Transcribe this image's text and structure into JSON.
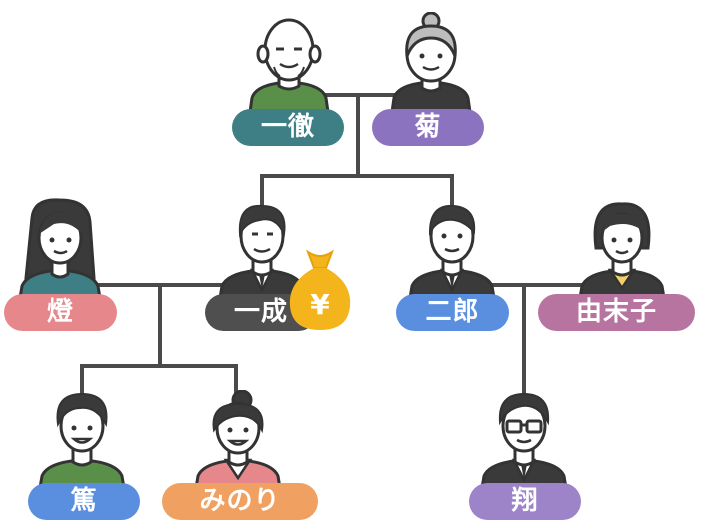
{
  "people": {
    "issei": {
      "name": "一徹",
      "color": "#3e7f86"
    },
    "kiku": {
      "name": "菊",
      "color": "#8c73c0"
    },
    "tomoshibi": {
      "name": "燈",
      "color": "#e6878c"
    },
    "kazunari": {
      "name": "一成",
      "color": "#4f4f4f"
    },
    "jiro": {
      "name": "二郎",
      "color": "#5a8fe0"
    },
    "yumiko": {
      "name": "由末子",
      "color": "#b874a0"
    },
    "atsushi": {
      "name": "篤",
      "color": "#5a8fe0"
    },
    "minori": {
      "name": "みのり",
      "color": "#f0a060"
    },
    "sho": {
      "name": "翔",
      "color": "#9d84c8"
    }
  },
  "money_bag": {
    "symbol": "¥",
    "color": "#f3b51b"
  },
  "colors": {
    "line": "#4a4a4a",
    "outline": "#333333",
    "skin": "#ffffff"
  }
}
